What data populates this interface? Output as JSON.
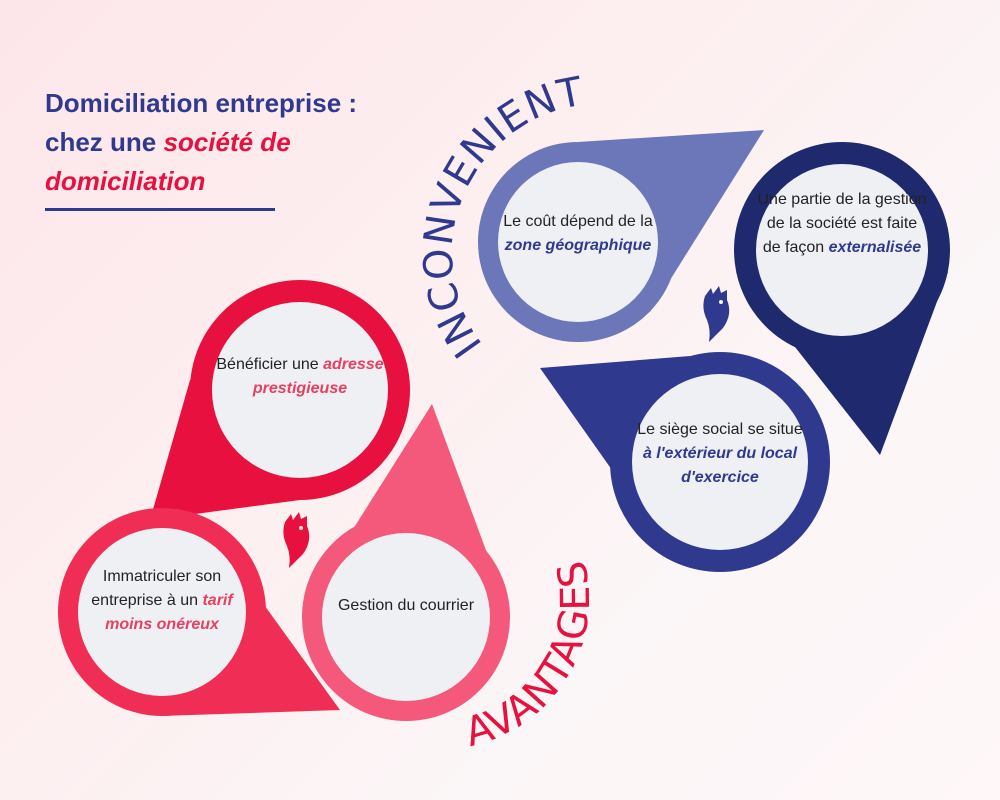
{
  "title": {
    "line1": "Domiciliation entreprise :",
    "line2_prefix": "chez une ",
    "line2_highlight": "société de",
    "line3_highlight": "domiciliation"
  },
  "labels": {
    "inconvenients": "INCONVENIENTS",
    "avantages": "AVANTAGES"
  },
  "avantages": [
    {
      "text_before": "Bénéficier une",
      "emphasis": "adresse prestigieuse",
      "text_after": ""
    },
    {
      "text_before": "Immatriculer son entreprise à un",
      "emphasis": "tarif moins onéreux",
      "text_after": ""
    },
    {
      "text_before": "Gestion du courrier",
      "emphasis": "",
      "text_after": ""
    }
  ],
  "inconvenients": [
    {
      "text_before": "Le coût dépend de la",
      "emphasis": "zone géographique",
      "text_after": ""
    },
    {
      "text_before": "Une partie de la gestion de la société est faite de façon",
      "emphasis": "externalisée",
      "text_after": ""
    },
    {
      "text_before": "Le siège social se situe",
      "emphasis": "à l'extérieur du local d'exercice",
      "text_after": ""
    }
  ],
  "colors": {
    "title_blue": "#2f3a8f",
    "highlight_red": "#e8103f",
    "avantage_dark": "#e8103f",
    "avantage_mid": "#ef2d55",
    "avantage_light": "#f4587a",
    "inconvenient_light": "#6b77b8",
    "inconvenient_mid": "#2f3a8f",
    "inconvenient_dark": "#1f2a6e"
  },
  "icons": [
    "rooster-icon-red",
    "rooster-icon-blue"
  ]
}
